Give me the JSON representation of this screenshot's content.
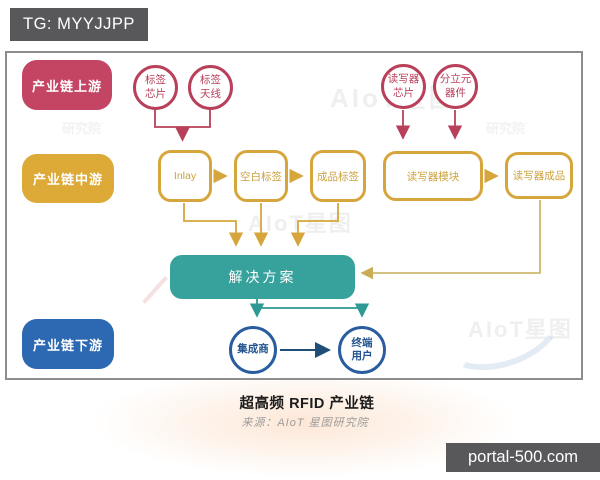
{
  "header": {
    "tag_label": "TG: MYYJJPP"
  },
  "footer": {
    "site_label": "portal-500.com"
  },
  "caption": {
    "title": "超高频 RFID 产业链",
    "source": "来源：AIoT 星图研究院"
  },
  "watermark": {
    "brand": "AIoT星图",
    "brand_sub": "研究院"
  },
  "diagram": {
    "row_labels": [
      {
        "label": "产业链上游",
        "color": "#c44563"
      },
      {
        "label": "产业链中游",
        "color": "#ddaa38"
      },
      {
        "label": "产业链下游",
        "color": "#2d68b2"
      }
    ],
    "upstream": {
      "tag_chip": {
        "line1": "标签",
        "line2": "芯片"
      },
      "tag_antenna": {
        "line1": "标签",
        "line2": "天线"
      },
      "reader_chip": {
        "line1": "读写器",
        "line2": "芯片"
      },
      "discrete_components": {
        "line1": "分立元",
        "line2": "器件"
      }
    },
    "midstream": {
      "inlay": "Inlay",
      "blank_label": "空白标签",
      "finished_label": "成品标签",
      "reader_module": "读写器模块",
      "reader_product": "读写器成品"
    },
    "solution": "解决方案",
    "downstream": {
      "integrator": "集成商",
      "end_user_line1": "终端",
      "end_user_line2": "用户"
    },
    "colors": {
      "upstream_stroke": "#b8405a",
      "midstream_stroke": "#d6a63c",
      "solution_fill": "#36a29b",
      "downstream_stroke": "#2a5d9f",
      "flow_arrow_navy": "#1f4e79"
    }
  }
}
